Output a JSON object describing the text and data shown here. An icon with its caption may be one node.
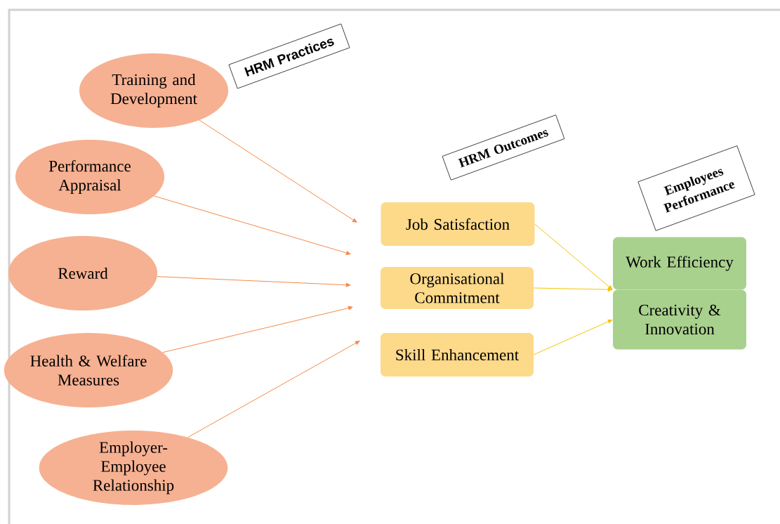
{
  "diagram": {
    "nodes": [
      {
        "text": [
          "HRM Practices"
        ]
      },
      {
        "text": [
          "Training and Development"
        ]
      },
      {
        "text": [
          "Performance Appraisal"
        ]
      },
      {
        "text": [
          "Reward"
        ]
      },
      {
        "text": [
          "Health & Welfare Measures"
        ]
      },
      {
        "text": [
          "Employer-Employee Relationship"
        ]
      },
      {
        "text": [
          "HRM Outcomes"
        ]
      },
      {
        "text": [
          "Job Satisfaction"
        ]
      },
      {
        "text": [
          "Organisational Commitment"
        ]
      },
      {
        "text": [
          "Skill Enhancement"
        ]
      },
      {
        "text": [
          "Employees Performance"
        ]
      },
      {
        "text": [
          "Work Efficiency"
        ]
      },
      {
        "text": [
          "Creativity & Innovation"
        ]
      }
    ],
    "edges": [
      {
        "from": 1,
        "to": null,
        "arrow": "to"
      },
      {
        "from": 2,
        "to": null,
        "arrow": "to"
      },
      {
        "from": 3,
        "to": null,
        "arrow": "to"
      },
      {
        "from": 4,
        "to": null,
        "arrow": "to"
      },
      {
        "from": 5,
        "to": null,
        "arrow": "to"
      },
      {
        "from": 7,
        "to": 11,
        "arrow": "to",
        "color": "#f5c400"
      },
      {
        "from": 8,
        "to": 12,
        "arrow": "to",
        "color": "#f5c400"
      },
      {
        "from": 9,
        "to": 12,
        "arrow": "to",
        "color": "#f5c400"
      }
    ]
  }
}
